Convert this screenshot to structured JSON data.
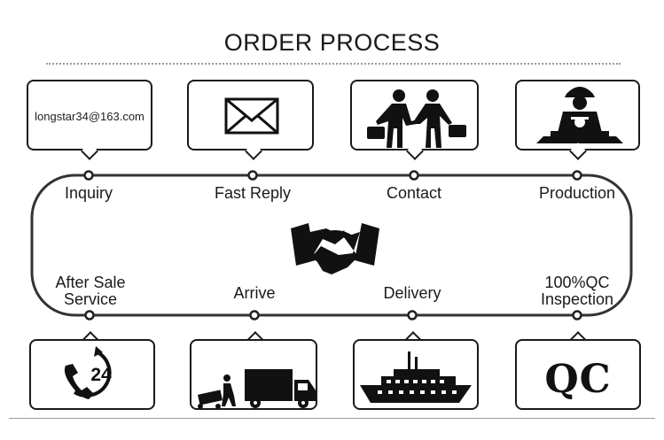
{
  "title": "ORDER PROCESS",
  "email": "longstar34@163.com",
  "steps_top": [
    "Inquiry",
    "Fast Reply",
    "Contact",
    "Production"
  ],
  "steps_bottom": [
    "After Sale\nService",
    "Arrive",
    "Delivery",
    "100%QC\nInspection"
  ],
  "center_badge": "DEAL",
  "qc_text": "QC",
  "phone_number": "24",
  "icons": [
    "envelope-icon",
    "businessmen-handshake-icon",
    "worker-icon",
    "deal-handshake-icon",
    "phone-24-icon",
    "delivery-truck-icon",
    "ship-icon"
  ]
}
